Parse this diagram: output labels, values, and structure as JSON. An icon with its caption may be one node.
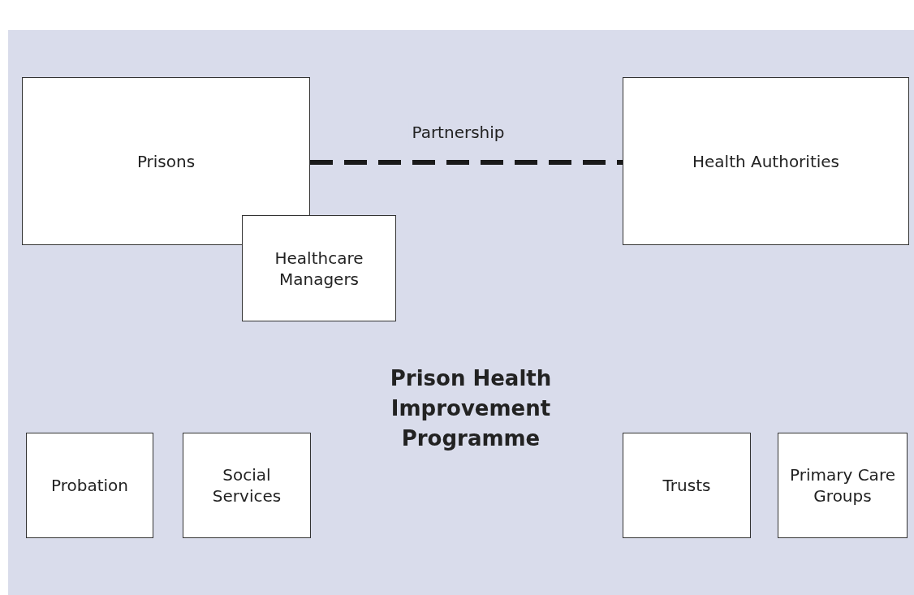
{
  "diagram": {
    "nodes": [
      {
        "text": [
          "Prisons"
        ]
      },
      {
        "text": [
          "Healthcare Managers"
        ]
      },
      {
        "text": [
          "Health Authorities"
        ]
      },
      {
        "text": [
          "Probation"
        ]
      },
      {
        "text": [
          "Social Services"
        ]
      },
      {
        "text": [
          "Trusts"
        ]
      },
      {
        "text": [
          "Primary Care Groups"
        ]
      }
    ],
    "edges": [
      {
        "from": 0,
        "to": 2,
        "arrow": "none",
        "label": "Partnership",
        "style": "dashed"
      }
    ],
    "labels": [
      "Prison Health Improvement Programme"
    ]
  }
}
